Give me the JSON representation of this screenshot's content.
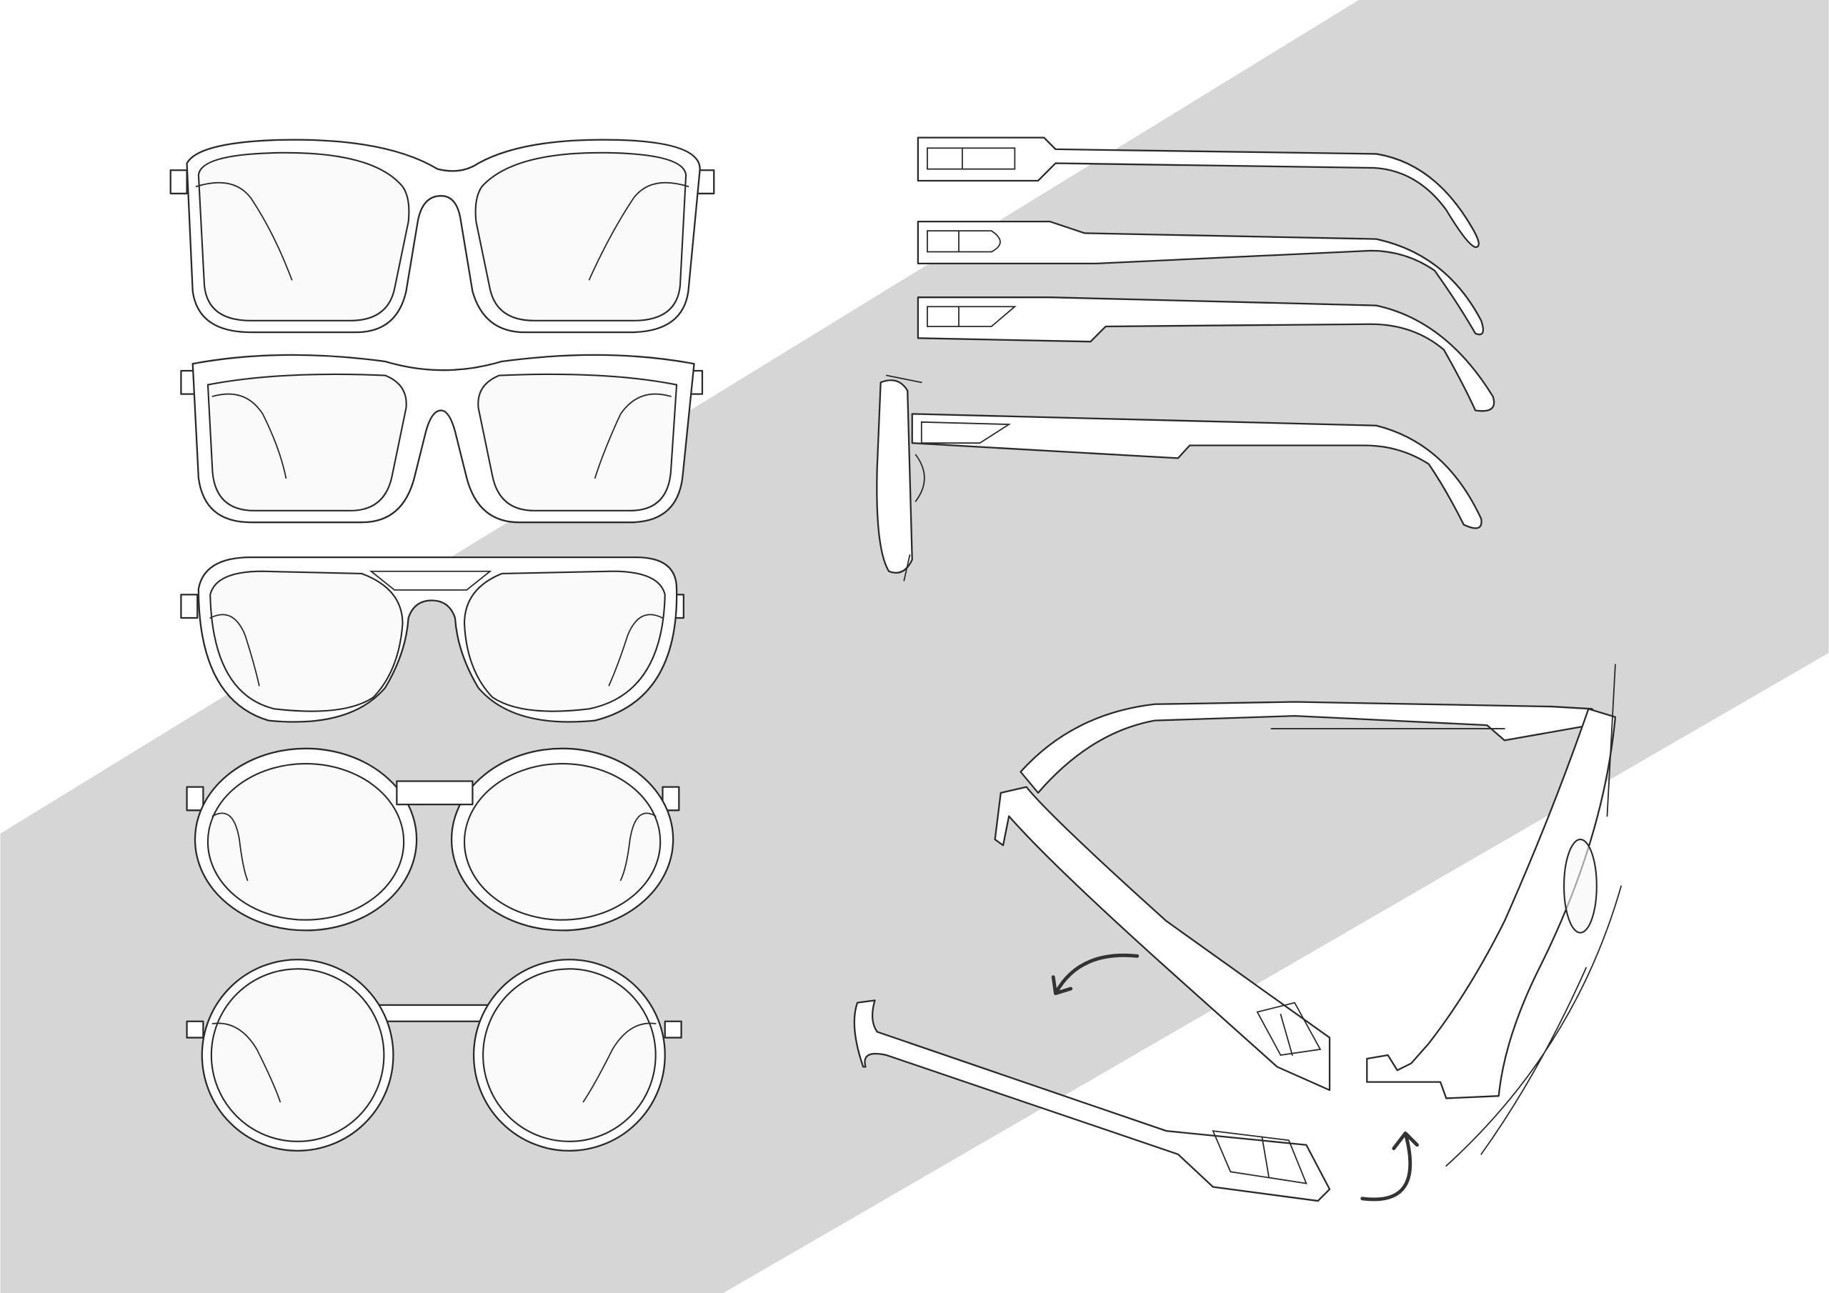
{
  "illustration": {
    "subject": "eyeglasses",
    "colors": {
      "background": "#ffffff",
      "band": "#d6d6d6",
      "line": "#2a2a2a",
      "lens": "#f6f6f6"
    },
    "front_views": 5,
    "temple_side_views": 4
  }
}
